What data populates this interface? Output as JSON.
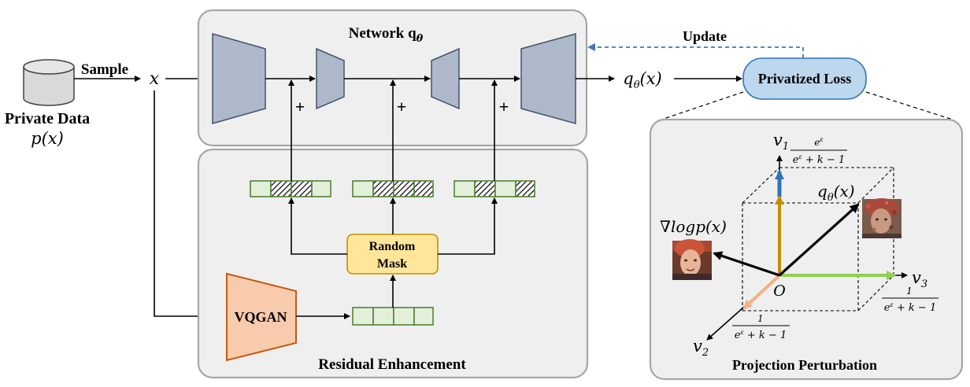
{
  "labels": {
    "private_data": "Private Data",
    "p_x": "p(x)",
    "sample": "Sample",
    "x": "x",
    "network_title": "Network q",
    "network_sub": "θ",
    "update": "Update",
    "q_out": "q",
    "q_out_sub": "θ",
    "q_out_arg": "(x)",
    "privatized_loss": "Privatized Loss",
    "plus": "+",
    "random_mask_1": "Random",
    "random_mask_2": "Mask",
    "vqgan": "VQGAN",
    "residual_enhancement": "Residual Enhancement",
    "projection_perturbation": "Projection Perturbation",
    "v1": "v",
    "v1_sub": "1",
    "v2": "v",
    "v2_sub": "2",
    "v3": "v",
    "v3_sub": "3",
    "origin": "O",
    "grad_logp": "∇logp(x)",
    "q_theta": "q",
    "q_theta_sub": "θ",
    "q_theta_arg": "(x)",
    "frac_num_v1": "e",
    "frac_num_v1_sup": "ε",
    "frac_den": "e",
    "frac_den_sup": "ε",
    "frac_den_rest": " + k − 1",
    "frac_num_other": "1"
  },
  "colors": {
    "panel_fill": "#efefef",
    "panel_stroke": "#a6a6a6",
    "layer_fill": "#adb9ca",
    "layer_stroke": "#44546a",
    "mask_fill": "#e2f0d9",
    "mask_stroke": "#548235",
    "random_mask_fill": "#ffe699",
    "random_mask_stroke": "#bf9000",
    "vqgan_fill": "#f8cbad",
    "vqgan_stroke": "#c55a11",
    "loss_fill": "#bdd7ee",
    "loss_stroke": "#2e75b6",
    "update_arrow": "#4472c4",
    "v1_arrow": "#2e75b6",
    "gold_arrow": "#bf9000",
    "green_arrow": "#92d050",
    "orange_arrow": "#f4b183"
  }
}
